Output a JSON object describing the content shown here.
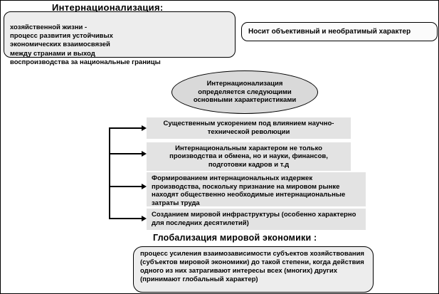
{
  "colors": {
    "bg": "#ffffff",
    "border": "#000000",
    "panel-fill": "#ededed",
    "item-fill": "#e3e3e3",
    "ellipse-fill": "#d9d9d9",
    "white-fill": "#fbfbfb"
  },
  "diagram": {
    "top_title": "Интернационализация:",
    "definition_box": "хозяйственной жизни -\nпроцесс развития устойчивых\nэкономических взаимосвязей\nмежду странами и выход\nвоспроизводства за национальные границы",
    "nature_box": "Носит объективный и необратимый характер",
    "ellipse_label": "Интернационализация определяется следующими основными характеристиками",
    "characteristics": [
      "Существенным ускорением под влиянием научно-технической революции",
      "Интернациональным характером не только производства и обмена, но и науки, финансов, подготовки кадров и т.д",
      "Формированием интернациональных издержек производства, поскольку признание на мировом рынке находят общественно необходимые интернациональные затраты труда",
      "Созданием мировой инфраструктуры (особенно характерно для последних десятилетий)"
    ],
    "bottom_title": "Глобализация мировой экономики :",
    "globalization_box": "процесс усиления взаимозависимости субъектов хозяйствования (субъектов мировой экономики) до такой степени, когда действия одного из них затрагивают интересы всех (многих) других (принимают глобальный характер)"
  }
}
